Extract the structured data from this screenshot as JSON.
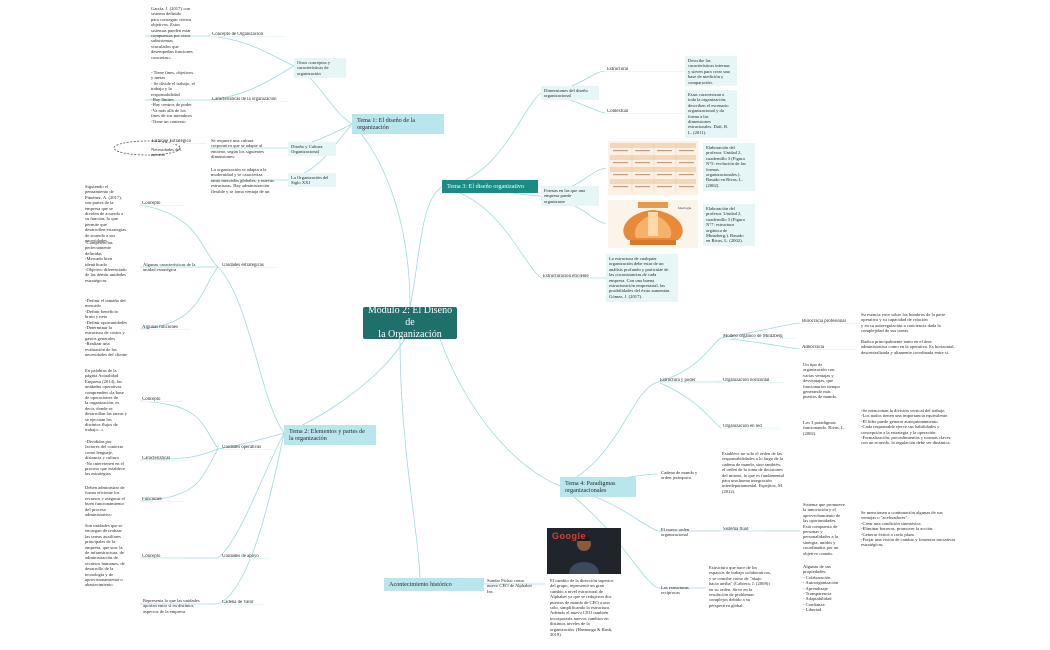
{
  "colors": {
    "central": "#1f6f6b",
    "topic": "#b8e6ec",
    "topic_dark": "#1a8b85",
    "node": "#e6f5f6",
    "line": "#9fd9df"
  },
  "central": "Módulo 2: El Diseño de\nla Organización",
  "t1": {
    "title": "Tema 1: El diseño de la\norganización",
    "otros": "Otros conceptos y\ncaracterísticas de\norganización",
    "concepto": "Concepto de Organización",
    "concepto_txt": "García, J. (2017) «un\nsistema definido\npara conseguir ciertos\nobjetivos. Estos\nsistemas pueden estar\ncompuestos por otros\nsubsistemas\nvinculados que\ndesempeñan funciones\nconcretas».",
    "caracteristicas": "Características de la organización",
    "caract_txt": "- Tiene fines, objetivos\ny metas\n- Se divide el trabajo, el\ntrabajo y la\nresponsabilidad\n-Hay límites\n-Hay centros de poder\n-Va más allá de los\nfines de sus miembros\n-Tiene un contexto",
    "diseno_cultura": "Diseño y Cultura\nOrganizacional",
    "diseno_cultura_txt": "Se requiere una cultura\ncorporativa que se adapte al\nentorno, según los siguientes\ndimensiones:",
    "enfoque": "Enfoque Estratégico",
    "necesidades": "Necesidades del\nentorno",
    "siglo": "La Organización del\nSiglo XXI",
    "siglo_txt": "La organización se adapta a la\nmodernidad y se caracteriza\ntanto mercados globales, y nuevas\nestructuras. Hay administración\nflexible y se toma ventaja de un"
  },
  "t2": {
    "title": "Tema 2: Elementos y partes de\nla organización",
    "estrategicas": "Unidades estratégicas",
    "concepto": "Concepto",
    "concepto_txt": "Siguiendo el\npensamiento de\nPiménez, A. (2017),\nson partes de la\nempresa que se\ndividen de acuerdo a\nsu función, lo que\npermite que\ndesarrollen estrategias\nde acuerdo a sus\nnecesidades.",
    "algunas_caract": "Algunas características de la\nunidad estratégica",
    "algunas_caract_txt": "-Competencias\nperfectamente\ndefinidas\n-Mercado bien\nidentificado\n-Objetivo diferenciado\nde las demás unidades\nestratégicas",
    "algunas_func": "Algunas funciones",
    "algunas_func_txt": "-Definir el tamaño del\nmercado\n-Definir beneficio\nbruto y neto\n-Definir oportunidades\n-Determinar la\nestructura de costos y\ngastos generales\n-Realizar una\nevaluación de las\nnecesidades del cliente",
    "operativas": "Unidades operativas",
    "op_concepto": "Concepto",
    "op_concepto_txt": "En palabras de la\npágina Actualidad\nEmpresa (2014), las\nunidades operativas\ncomprenden «la base\nde operaciones de\nla organización, es\ndecir, donde se\ndesarrollan las tareas y\nse ejecutan los\ndistintos flujos de\ntrabajo...»",
    "op_caract": "Características",
    "op_caract_txt": "-Divididas por\nfactores del contexto\ncomo lenguaje,\ndistancia y cultura\n-No intervienen en el\nproceso que establece\nlas estrategias",
    "op_func": "Funciones",
    "op_func_txt": "Deben administrar de\nforma eficiente los\nrecursos y asegurar el\nbuen funcionamiento\ndel proceso\nadministrativo",
    "apoyo": "Unidades de apoyo",
    "ap_concepto": "Concepto",
    "ap_concepto_txt": "Son unidades que se\nencargan de realizar\nlas tareas auxiliares\nprincipales de la\nempresa, que son: la\nde infraestructura, de\nadministración de\nrecursos humanos, de\ndesarrollo de la\ntecnología y de\naprovisionamiento o\nabastecimiento.",
    "cadena": "Cadena de Valor",
    "cadena_txt": "Representa lo que las unidades\naportan entre sí en distintos\naspectos de la empresa."
  },
  "t3": {
    "title": "Tema 3: El diseño organizativo",
    "dimensiones": "Dimensiones del diseño\norganizacional",
    "estructural": "Estructural",
    "estructural_txt": "Describe las\ncaracterísticas internas\ny sirven para crear una\nbase de medición y\ncomparación.",
    "contextual": "Contextual",
    "contextual_txt": "Estas caracterizan a\ntoda la organización,\ndescriben el escenario\norganizacional y da\nforma a las\ndimensiones\nestructurales. Daft, R.\nL. (2011).",
    "formas": "Formas en las que una\nempresa puede\norganizarse",
    "formas1_txt": "Elaboración del\nprofesor. Unidad 2,\ncuadernillo 3 (Figura\nN°5: evolución de las\nformas\norganizacionales.).\nBasado en Rivas, L.\n(2002).",
    "formas2_txt": "Elaboración del\nprofesor. Unidad 2,\ncuadernillo 3 (Figura\nN°7: estructura\norgánica de\nMintzberg.). Basado\nen Rivas, L. (2002).",
    "mintzberg_label": "Ideología",
    "estructuracion": "Estructuración eficiente",
    "estructuracion_txt": "La estructura de cualquier\norganización debe estar de un\nanálisis profundo y particular de\nlas circunstancias de cada\nempresa. Con una buena\nestructuración empresarial, las\nposibilidades del éxito aumentan.\nGómez, J. (2017)."
  },
  "t4": {
    "title": "Tema 4: Paradigmas\norganizacionales",
    "estructura": "Estructura y poder",
    "modelo": "Modelo orgánico de Mintzberg",
    "burocracia": "Burocracia profesional",
    "burocracia_txt": "Su esencia yace sobre los hombros de la parte\noperativa y su capacidad de relación\ny en su autoregulación a conciencia dada la\ncomplejidad de sus tareas.",
    "adhocracia": "Adhocracia",
    "adhocracia_txt": "Radica principalmente tanto en el área\nadministrativa como en la operativa. Es horizontal,\ndescentralizada y altamente coordinada entre sí.",
    "horizontal": "Organización horizontal",
    "horizontal_txt": "Un tipo de\norganización con\nvarias ventajas y\ndesventajas, que\nfuncionarios tiempo\ngenerando más\npuestos de mando.",
    "red": "Organización en red",
    "red_txt": "Los 3 paradigmas\nfuncionando. Rivas, L.\n(2002).",
    "red_detail": "-Se mencionan la división vertical del trabajo.\n-Los nodos tienen una importancia equivalente.\n-El líder puede generar autoquionamiento.\n-Cada responsable ejerce sus habilidades y\nconcepción a la estrategia y la operación.\n-Formalización, procedimientos y normas claves\ncon un acuerdo, la regulación debe ser dinámica.",
    "cadena": "Cadena de mando y\norden jerárquico",
    "cadena_txt": "Establece no solo el orden de las\nresponsabilidades a lo largo de la\ncadena de mando, sino también,\nel orden de la toma de decisiones\ndel mismo, lo que es fundamental\npara una buena integración\ninterdepartamental. Espejitos, M.\n(2012).",
    "nuevo": "El nuevo orden\norganizacional",
    "sistema": "Sistema fluid",
    "sistema_txt": "Sistema que promueve\nla innovación y el\naprovechamiento de\nlas oportunidades.\nEstá compuesto de\npersonas y\npersonalidades a la\nsinergia, unidos y\ncoordinados por un\nobjetivo común.",
    "sistema_detail": "Se mencionan a continuación algunas de sus\nventajas o \"aceleradores\":\n-Crear una condición sinestésica.\n-Eliminar barreras, promover la acción.\n-Generar éxitos a corto plazo.\n-Forjar una visión de cambio y fomentar iniciativas\nestratégicas.",
    "redes": "Las estructuras\nrecíprocas",
    "redes_txt": "Estructura que nace de los\nespacios de trabajo colaborativos,\ny se concibe como de \"abajo\nhacia arriba\" (Cabrera, J. (2008))\nen su orden. Sirve en la\nresolución de problemas\ncomplejos debido a su\nperspectiva global.",
    "redes_detail": "Algunas de sus\npropiedades:\n- Colaboración\n- Autoorganización\n- Aprendizaje\n- Transparencia\n- Adaptabilidad\n- Confianza\n- Libertad"
  },
  "t5": {
    "title": "Acontecimiento histórico",
    "sundar": "Sundar Pichai como\nnuevo CEO de Alphabet\nInc.",
    "sundar_txt": "El cambio de la dirección superior\ndel grupo, representó un gran\ncambio a nivel estructural de\nAlphabet ya que se redujeron dos\npuestos de mando de CEO a uno\nsolo, simplificando la estructura.\nAdemás el nuevo CEO también\nincorporaría nuevos cambios en\ndistintos niveles de la\norganización. (Hasnonga & Rush,\n2019)",
    "photo_word": "Google"
  }
}
